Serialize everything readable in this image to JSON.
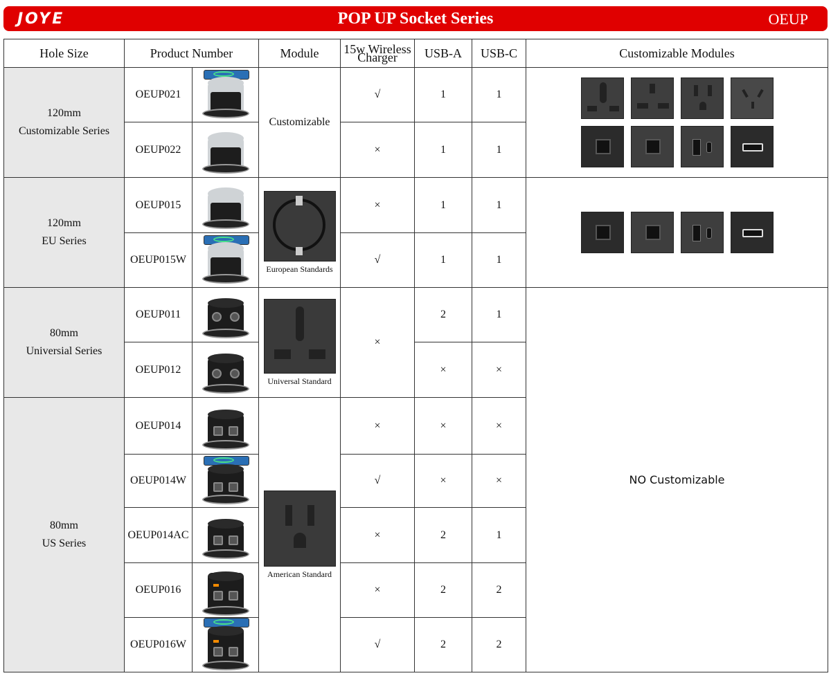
{
  "header": {
    "logo": "JOYE",
    "title": "POP UP Socket Series",
    "code": "OEUP"
  },
  "columns": {
    "hole_size": "Hole Size",
    "product_number": "Product Number",
    "module": "Module",
    "wireless_line1": "15w Wireless",
    "wireless_line2": "Charger",
    "usb_a": "USB-A",
    "usb_c": "USB-C",
    "custom_modules": "Customizable Modules"
  },
  "groups": [
    {
      "hole_size": "120mm",
      "series": "Customizable Series",
      "module": "Customizable"
    },
    {
      "hole_size": "120mm",
      "series": "EU Series",
      "module_caption": "European Standards"
    },
    {
      "hole_size": "80mm",
      "series": "Universial Series",
      "module_caption": "Universal Standard"
    },
    {
      "hole_size": "80mm",
      "series": "US Series",
      "module_caption": "American Standard",
      "custom_modules": "NO Customizable"
    }
  ],
  "rows": [
    {
      "product": "OEUP021",
      "wireless": "√",
      "usb_a": "1",
      "usb_c": "1"
    },
    {
      "product": "OEUP022",
      "wireless": "×",
      "usb_a": "1",
      "usb_c": "1"
    },
    {
      "product": "OEUP015",
      "wireless": "×",
      "usb_a": "1",
      "usb_c": "1"
    },
    {
      "product": "OEUP015W",
      "wireless": "√",
      "usb_a": "1",
      "usb_c": "1"
    },
    {
      "product": "OEUP011",
      "wireless": "×",
      "usb_a": "2",
      "usb_c": "1"
    },
    {
      "product": "OEUP012",
      "usb_a": "×",
      "usb_c": "×"
    },
    {
      "product": "OEUP014",
      "wireless": "×",
      "usb_a": "×",
      "usb_c": "×"
    },
    {
      "product": "OEUP014W",
      "wireless": "√",
      "usb_a": "×",
      "usb_c": "×"
    },
    {
      "product": "OEUP014AC",
      "wireless": "×",
      "usb_a": "2",
      "usb_c": "1"
    },
    {
      "product": "OEUP016",
      "wireless": "×",
      "usb_a": "2",
      "usb_c": "2"
    },
    {
      "product": "OEUP016W",
      "wireless": "√",
      "usb_a": "2",
      "usb_c": "2"
    }
  ],
  "colors": {
    "banner": "#e00000",
    "hole_cell": "#e8e8e8",
    "module_tile": "#3e3e3e"
  }
}
